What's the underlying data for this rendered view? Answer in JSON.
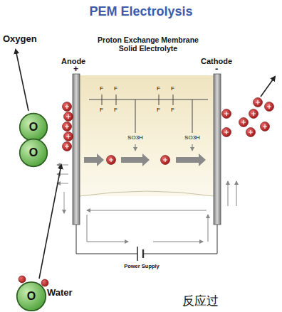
{
  "diagram": {
    "title": "PEM Electrolysis",
    "nodes": [
      {
        "text": [
          "O"
        ]
      },
      {
        "text": [
          "O"
        ]
      },
      {
        "text": [
          "O"
        ]
      }
    ],
    "labels": [
      "Oxygen",
      "Proton Exchange Membrane Solid Electrolyte",
      "Anode",
      "+",
      "Cathode",
      "-",
      "F",
      "F",
      "F",
      "F",
      "F",
      "F",
      "F",
      "F",
      "SO3H",
      "SO3H",
      "Power Supply",
      "Water",
      "反应过"
    ]
  }
}
